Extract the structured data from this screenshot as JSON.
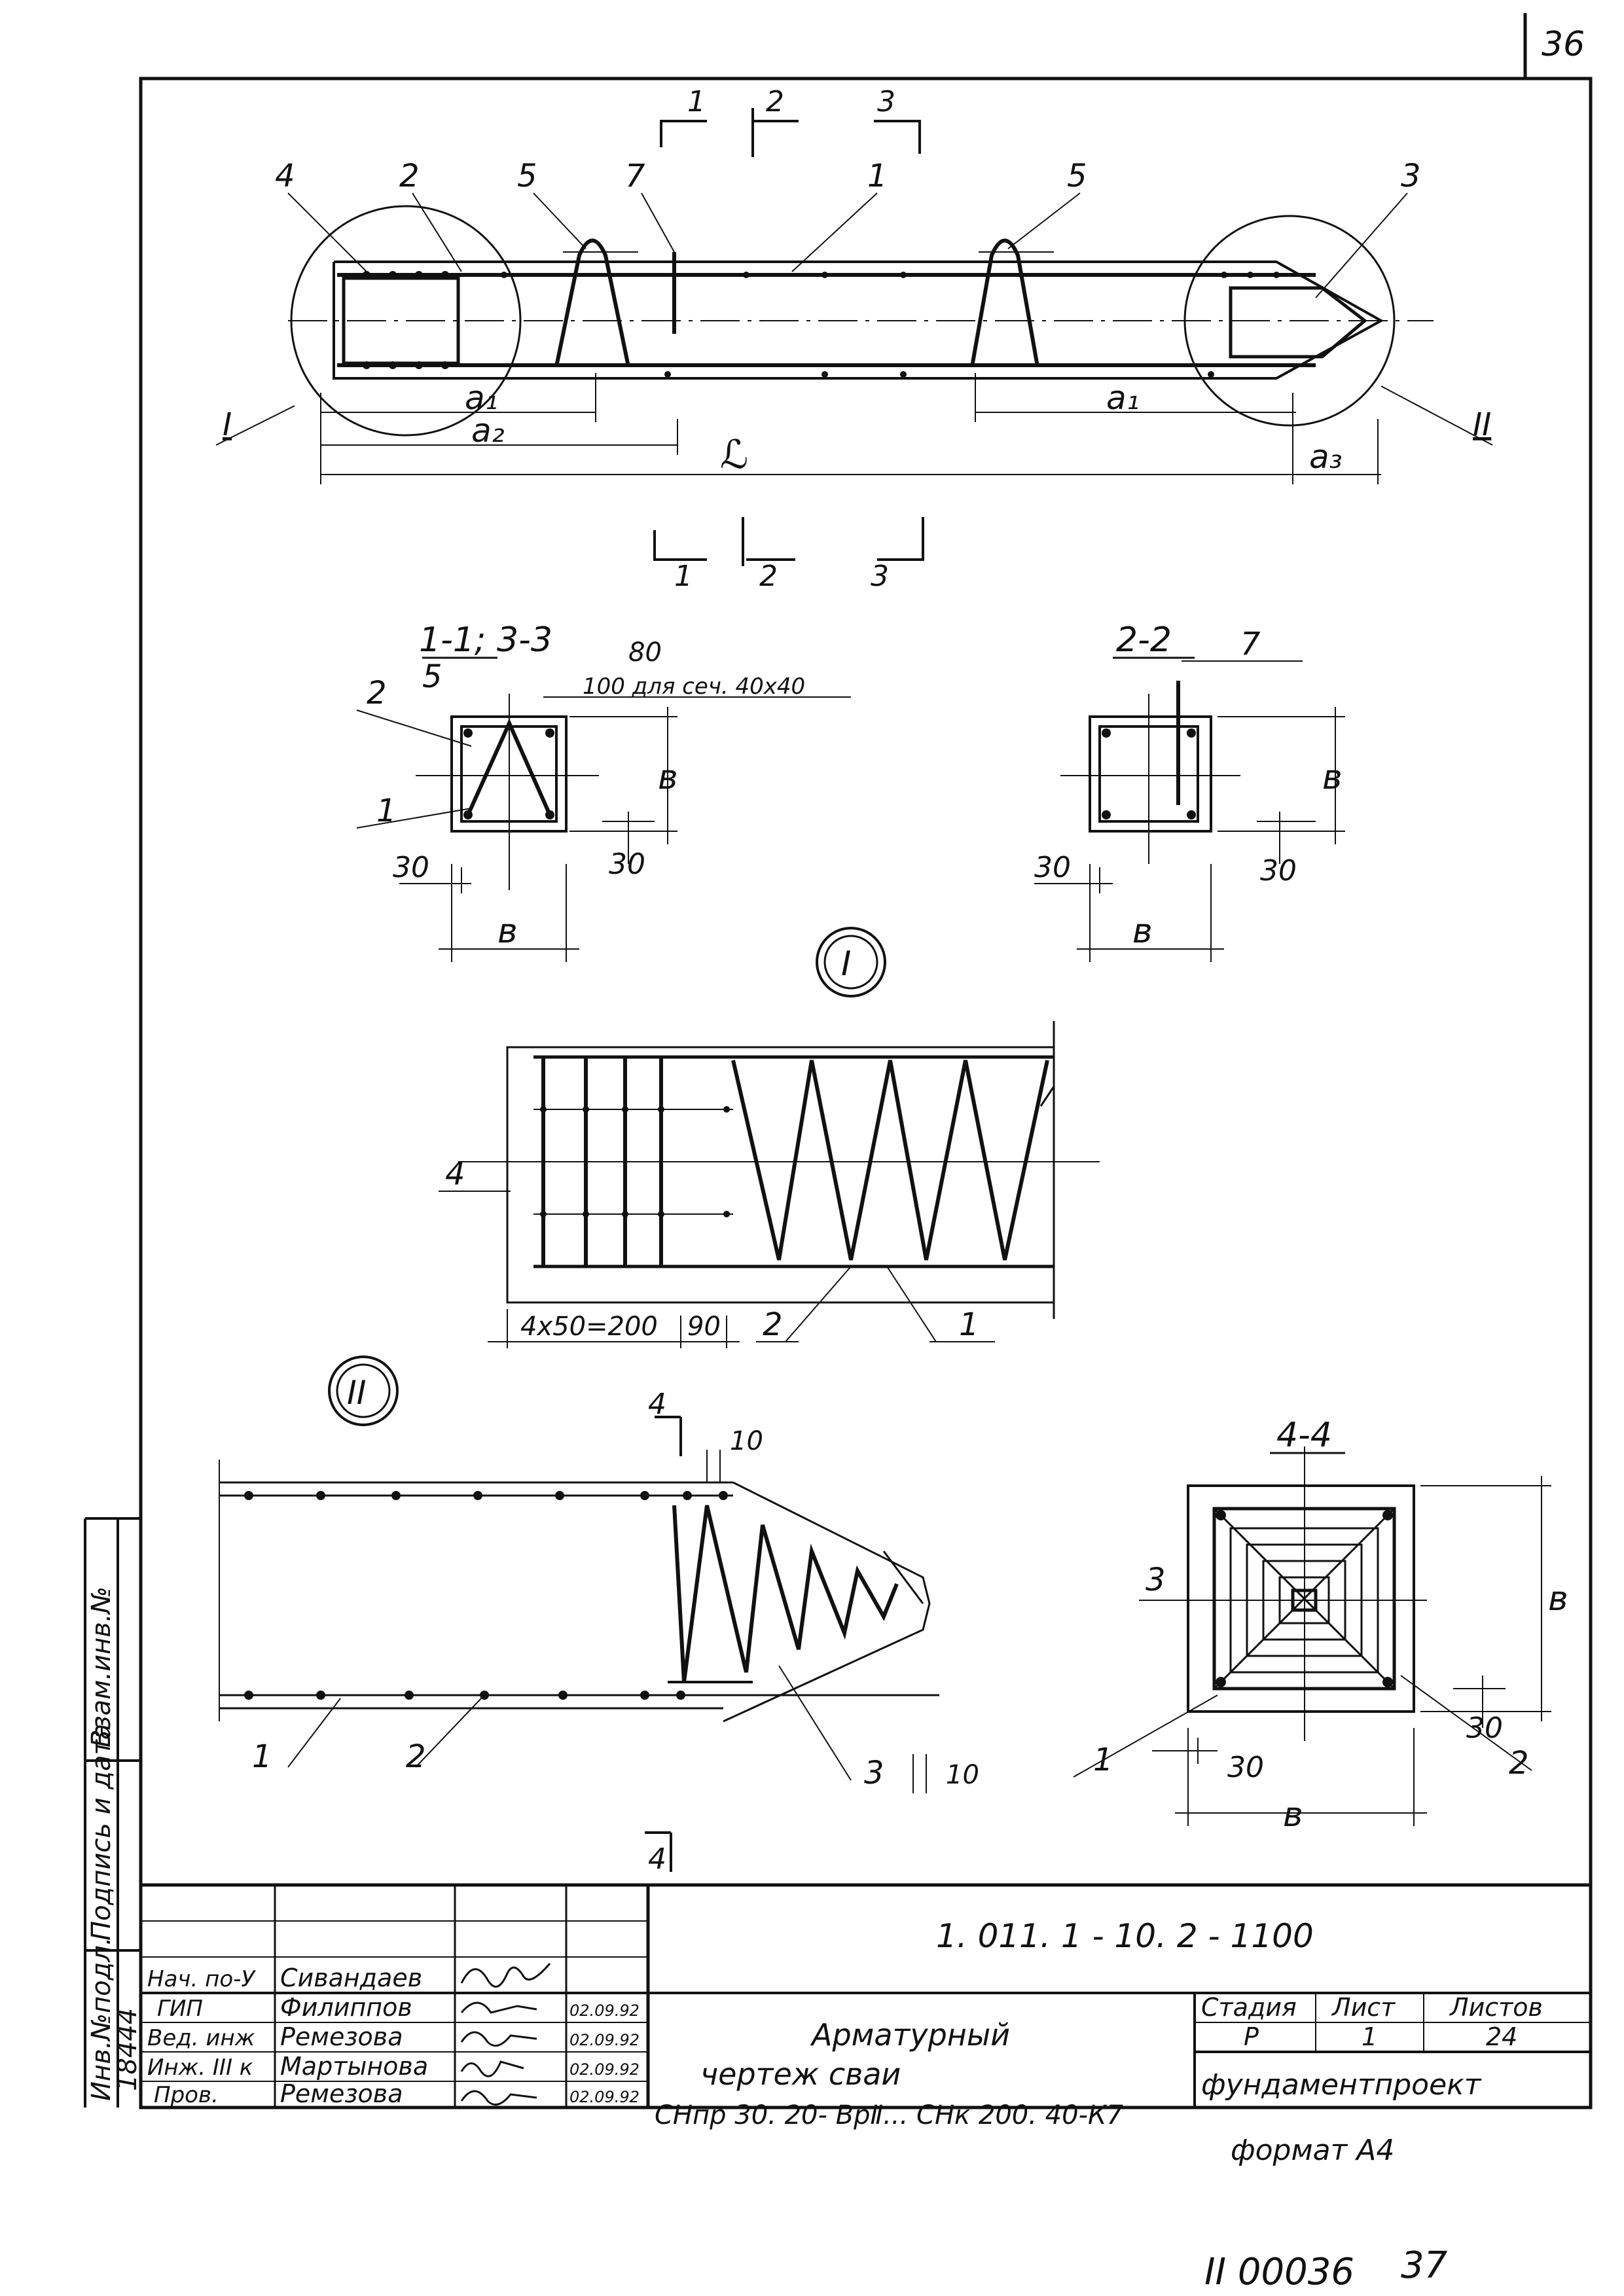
{
  "sheet_number_top": "36",
  "elevation": {
    "callouts": [
      "4",
      "2",
      "5",
      "7",
      "1",
      "5",
      "3"
    ],
    "detail_refs": [
      "I",
      "II"
    ],
    "dims": {
      "a1_left": "a₁",
      "a2": "a₂",
      "L": "ℒ",
      "a1_right": "a₁",
      "a3": "a₃"
    },
    "section_cuts_top": [
      "1",
      "2",
      "3"
    ],
    "section_cuts_bottom": [
      "1",
      "2",
      "3"
    ]
  },
  "section_11_33": {
    "title": "1-1; 3-3",
    "callouts": [
      "5",
      "2",
      "1"
    ],
    "dim_80": "80",
    "note": "100 для сеч. 40х40",
    "dim_b_right": "в",
    "dim_b_bottom": "в",
    "dim_30_left": "30",
    "dim_30_right": "30"
  },
  "section_22": {
    "title": "2-2",
    "callouts": [
      "7"
    ],
    "dim_b_right": "в",
    "dim_b_bottom": "в",
    "dim_30_left": "30",
    "dim_30_right": "30"
  },
  "detail_I": {
    "ref": "I",
    "callouts": [
      "4",
      "2",
      "1"
    ],
    "dim_200": "4х50=200",
    "dim_90": "90"
  },
  "detail_II": {
    "ref": "II",
    "callouts": [
      "1",
      "2",
      "3"
    ],
    "dim_10_top": "10",
    "dim_10_bottom": "10",
    "cut_label_top": "4",
    "cut_label_bottom": "4"
  },
  "section_44": {
    "title": "4-4",
    "callouts": [
      "3",
      "1",
      "2"
    ],
    "dim_b_right": "в",
    "dim_b_bottom": "в",
    "dim_30_left": "30",
    "dim_30_right": "30"
  },
  "side_stamp": {
    "inv_orig": "Инв.№подл.",
    "signature_date": "Подпись и дата",
    "inv_swap": "Взам.инв.№",
    "inv_number": "18444"
  },
  "title_block": {
    "document_code": "1. 011. 1 - 10. 2 - 1100",
    "rows": [
      {
        "role": "Нач. по-У",
        "name": "Сивандаев",
        "date": ""
      },
      {
        "role": "ГИП",
        "name": "Филиппов",
        "date": "02.09.92"
      },
      {
        "role": "Вед. инж",
        "name": "Ремезова",
        "date": "02.09.92"
      },
      {
        "role": "Инж. III к",
        "name": "Мартынова",
        "date": "02.09.92"
      },
      {
        "role": "Пров.",
        "name": "Ремезова",
        "date": "02.09.92"
      }
    ],
    "title_line1": "Арматурный",
    "title_line2": "чертеж     сваи",
    "title_line3": "СНпр 30. 20- ВрⅡ... СНк 200. 40-К7",
    "stage_header": "Стадия",
    "sheet_header": "Лист",
    "sheets_header": "Листов",
    "stage_value": "Р",
    "sheet_value": "1",
    "sheets_value": "24",
    "organization": "фундаментпроект"
  },
  "format_label": "формат А4",
  "footer_code": "II 00036",
  "footer_page": "37"
}
